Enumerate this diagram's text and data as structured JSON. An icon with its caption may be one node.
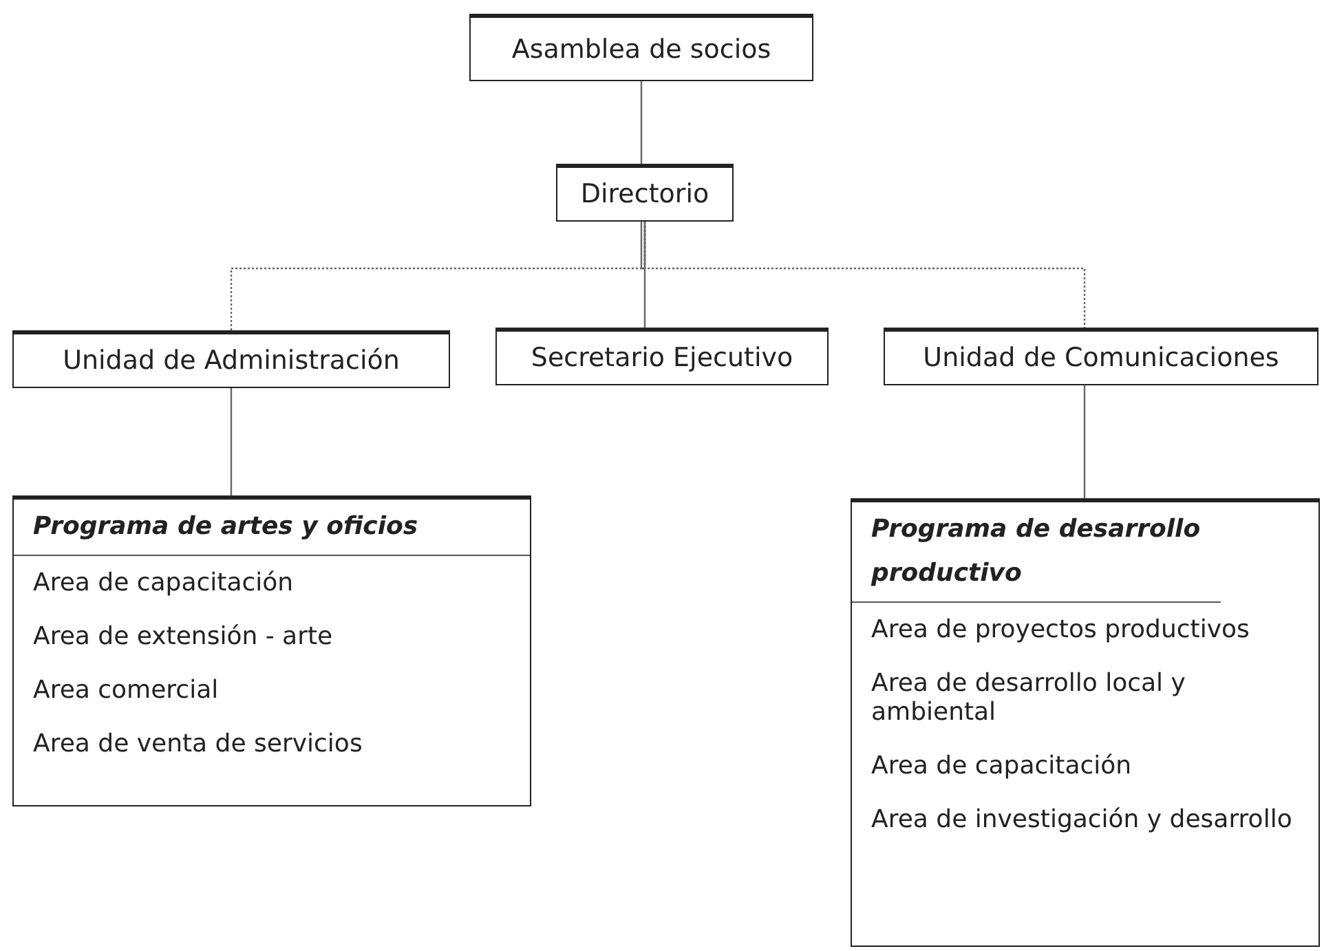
{
  "diagram": {
    "nodes": [
      {
        "text": [
          "Asamblea de socios"
        ]
      },
      {
        "text": [
          "Directorio"
        ]
      },
      {
        "text": [
          "Unidad de Administración"
        ]
      },
      {
        "text": [
          "Secretario Ejecutivo"
        ]
      },
      {
        "text": [
          "Unidad de Comunicaciones"
        ]
      },
      {
        "text": [
          "Programa de artes y oficios",
          "Area de capacitación",
          "Area de extensión - arte",
          "Area comercial",
          "Area de venta de servicios"
        ]
      },
      {
        "text": [
          "Programa de desarrollo productivo",
          "Area de proyectos productivos",
          "Area de desarrollo local y ambiental",
          "Area de capacitación",
          "Area de investigación y desarrollo"
        ]
      }
    ],
    "edges": [
      {
        "from": 0,
        "to": 1,
        "arrow": "none"
      },
      {
        "from": 1,
        "to": 2,
        "arrow": "none",
        "style": "dashed"
      },
      {
        "from": 1,
        "to": 3,
        "arrow": "none"
      },
      {
        "from": 1,
        "to": 4,
        "arrow": "none",
        "style": "dashed"
      },
      {
        "from": 2,
        "to": 5,
        "arrow": "none"
      },
      {
        "from": 4,
        "to": 6,
        "arrow": "none"
      }
    ]
  }
}
